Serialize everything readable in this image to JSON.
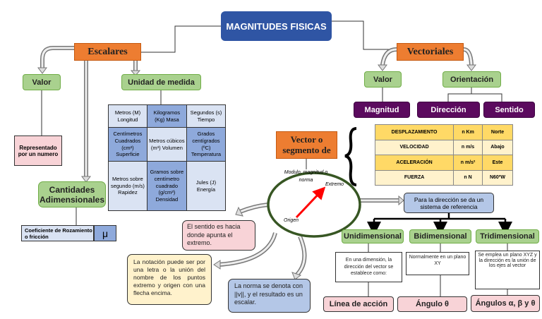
{
  "title": "MAGNITUDES FISICAS",
  "escalares": {
    "label": "Escalares",
    "valor": "Valor",
    "valor_desc": "Representado por un numero",
    "unidad": "Unidad de medida",
    "units_table": [
      [
        "Metros (M) Longitud",
        "Kilogramos (Kg) Masa",
        "Segundos (s) Tiempo"
      ],
      [
        "Centímetros Cuadrados (cm²) Superficie",
        "Metros cúbicos (m³) Volumen",
        "Grados centígrados (ºC) Temperatura"
      ],
      [
        "Metros sobre segundo (m/s) Rapidez",
        "Gramos sobre centímetro cuadrado (g/cm³) Densidad",
        "Jules (J) Energía"
      ]
    ],
    "adimensionales": "Cantidades Adimensionales",
    "coeficiente": "Coeficiente de Rozamiento o fricción",
    "mu": "μ"
  },
  "vectoriales": {
    "label": "Vectoriales",
    "valor": "Valor",
    "orientacion": "Orientación",
    "magnitud": "Magnitud",
    "direccion": "Dirección",
    "sentido": "Sentido",
    "vector_box": "Vector o segmento de",
    "examples": [
      [
        "DESPLAZAMIENTO",
        "n Km",
        "Norte"
      ],
      [
        "VELOCIDAD",
        "n  m/s",
        "Abajo"
      ],
      [
        "ACELERACIÓN",
        "n  m/s²",
        "Este"
      ],
      [
        "FUERZA",
        "n N",
        "N60ºW"
      ]
    ],
    "diagram": {
      "modulo": "Modulo, magnitud o norma",
      "extremo": "Extremo",
      "origen": "Origen"
    },
    "sistema": "Para la dirección se da un sistema de referencia",
    "dims": [
      {
        "label": "Unidimensional",
        "desc": "En una dimensión, la dirección del vector se establece como:",
        "result": "Línea de acción"
      },
      {
        "label": "Bidimensional",
        "desc": "Normalmente en un plano XY",
        "result": "Ángulo θ"
      },
      {
        "label": "Tridimensional",
        "desc": "Se emplea un plano XYZ y la dirección es la unión de los ejes al vector",
        "result": "Ángulos α, β y θ"
      }
    ],
    "sentido_note": "El sentido es hacia donde apunta el extremo.",
    "notacion_note": "La notación puede ser por una letra o la unión del nombre de los puntos extremo y origen con una flecha encima.",
    "norma_note": "La norma se denota con ||v||, y el resultado es un escalar."
  },
  "colors": {
    "title": "#2f55a4",
    "orange": "#ed7d31",
    "green": "#a9d18e",
    "purple": "#5b0a5e",
    "ellipse": "#375623",
    "arrow": "#ff0000",
    "yellow": "#ffd966"
  }
}
